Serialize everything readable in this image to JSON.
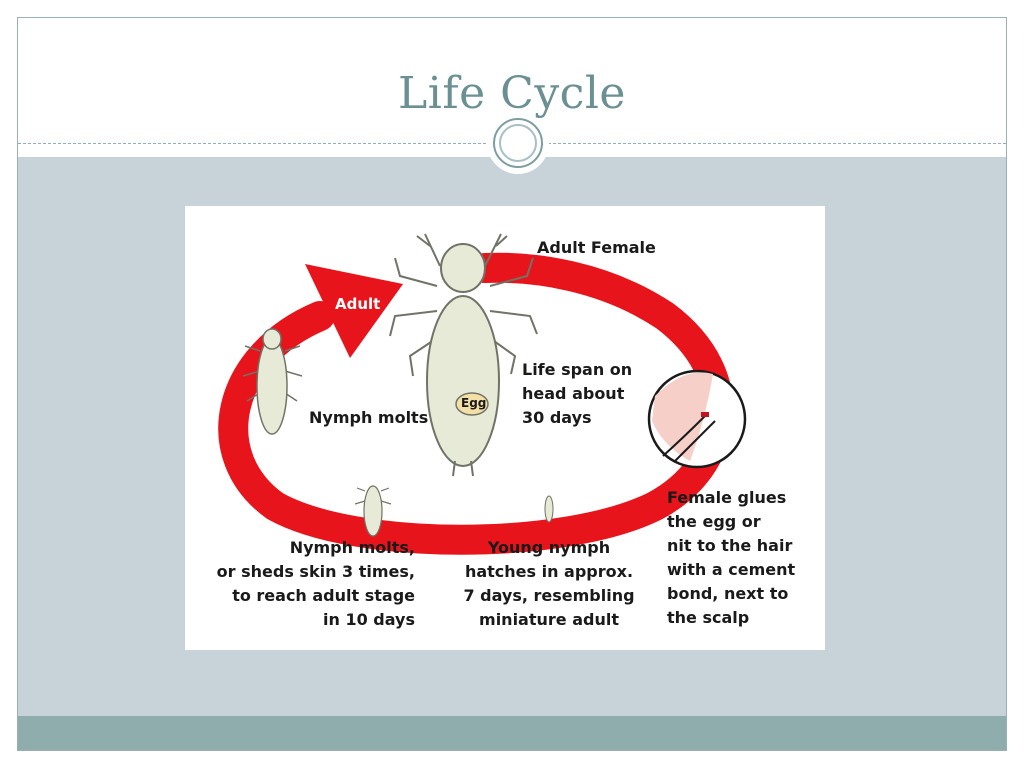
{
  "slide": {
    "title": "Life Cycle"
  },
  "diagram": {
    "labels": {
      "arrow_label": "Adult",
      "adult_female": "Adult Female",
      "life_span": "Life span on\nhead about\n30 days",
      "egg": "Egg",
      "nymph_molts_top": "Nymph molts",
      "female_glues": "Female glues\nthe egg or\nnit to the hair\nwith a cement\nbond, next to\nthe scalp",
      "young_nymph": "Young nymph\nhatches in approx.\n7 days, resembling\nminiature adult",
      "nymph_molts_bottom": "Nymph molts,\nor sheds skin 3 times,\nto reach adult stage\nin 10 days"
    },
    "colors": {
      "ring": "#e8141b",
      "louse_fill": "#e8ead8",
      "louse_stroke": "#6f7466",
      "egg_fill": "#f2e0a6",
      "scalp_pink": "#f6cfc8"
    }
  }
}
